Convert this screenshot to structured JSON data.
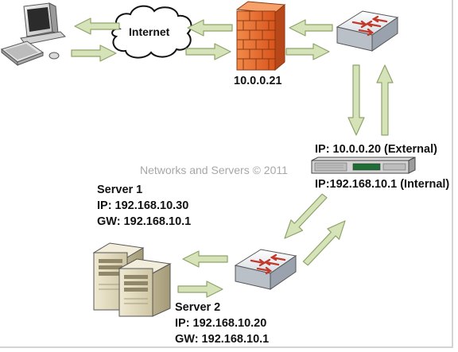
{
  "diagram": {
    "internet_label": "Internet",
    "firewall_ip": "10.0.0.21",
    "router": {
      "external_ip": "IP: 10.0.0.20 (External)",
      "internal_ip": "IP:192.168.10.1 (Internal)"
    },
    "watermark": "Networks and Servers © 2011",
    "server1": {
      "name": "Server 1",
      "ip": "IP: 192.168.10.30",
      "gw": "GW: 192.168.10.1"
    },
    "server2": {
      "name": "Server 2",
      "ip": "IP: 192.168.10.20",
      "gw": "GW: 192.168.10.1"
    }
  },
  "colors": {
    "arrow_fill": "#d6e3b8",
    "arrow_stroke": "#8fa36a",
    "firewall": "#e86a2c",
    "switch": "#e2e6ea",
    "switch_arrows": "#c0392b"
  },
  "icons": [
    "workstation-icon",
    "cloud-icon",
    "firewall-icon",
    "switch-icon",
    "router-icon",
    "server-icon"
  ]
}
